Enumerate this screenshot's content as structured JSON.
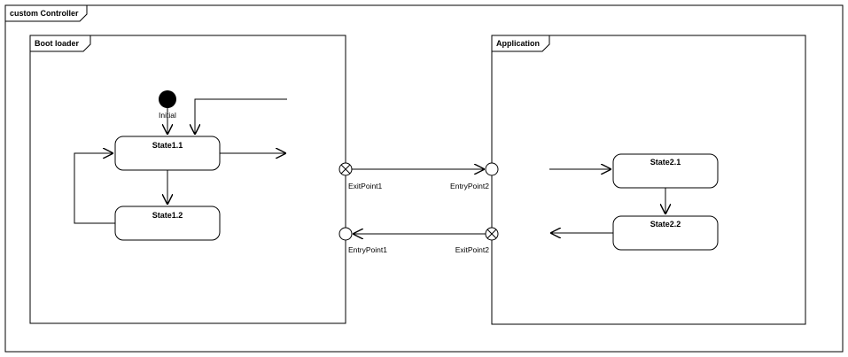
{
  "diagram": {
    "frame_title": "custom Controller",
    "regions": {
      "boot_loader": {
        "title": "Boot loader"
      },
      "application": {
        "title": "Application"
      }
    },
    "nodes": {
      "initial_label": "Initial",
      "state1_1": "State1.1",
      "state1_2": "State1.2",
      "state2_1": "State2.1",
      "state2_2": "State2.2"
    },
    "ports": {
      "boot_exit": "ExitPoint1",
      "boot_entry": "EntryPoint1",
      "app_entry": "EntryPoint2",
      "app_exit": "ExitPoint2"
    }
  }
}
